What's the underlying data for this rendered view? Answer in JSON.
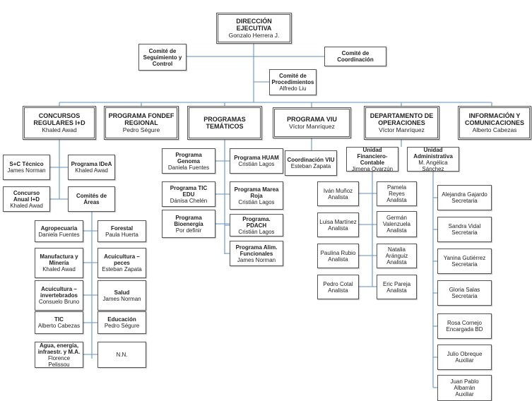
{
  "nodes": [
    {
      "id": "dir",
      "title": "DIRECCIÓN EJECUTIVA",
      "person": "Gonzalo Herrera J."
    },
    {
      "id": "c_seg",
      "title": "Comité de Seguimiento y Control",
      "person": ""
    },
    {
      "id": "c_coord",
      "title": "Comité de Coordinación",
      "person": ""
    },
    {
      "id": "c_proc",
      "title": "Comité de Procedimientos",
      "person": "Alfredo Liu"
    },
    {
      "id": "concursos",
      "title": "CONCURSOS REGULARES I+D",
      "person": "Khaled Awad"
    },
    {
      "id": "fondef",
      "title": "PROGRAMA FONDEF REGIONAL",
      "person": "Pedro Ségure"
    },
    {
      "id": "tematicos",
      "title": "PROGRAMAS TEMÁTICOS",
      "person": ""
    },
    {
      "id": "viu",
      "title": "PROGRAMA VIU",
      "person": "Víctor Manríquez"
    },
    {
      "id": "operaciones",
      "title": "DEPARTAMENTO DE OPERACIONES",
      "person": "Víctor Manríquez"
    },
    {
      "id": "info",
      "title": "INFORMACIÓN Y COMUNICACIONES",
      "person": "Alberto Cabezas"
    },
    {
      "id": "sc_tec",
      "title": "S+C Técnico",
      "person": "James Norman"
    },
    {
      "id": "ideA",
      "title": "Programa IDeA",
      "person": "Khaled Awad"
    },
    {
      "id": "anual",
      "title": "Concurso Anual I+D",
      "person": "Khaled Awad"
    },
    {
      "id": "comites_areas",
      "title": "Comités de Áreas",
      "person": ""
    },
    {
      "id": "agro",
      "title": "Agropecuaria",
      "person": "Daniela Fuentes"
    },
    {
      "id": "forestal",
      "title": "Forestal",
      "person": "Paula Huerta"
    },
    {
      "id": "manuf",
      "title": "Manufactura y Minería",
      "person": "Khaled Awad"
    },
    {
      "id": "acui_peces",
      "title": "Acuicultura – peces",
      "person": "Esteban Zapata"
    },
    {
      "id": "acui_inv",
      "title": "Acuicultura – invertebrados",
      "person": "Consuelo Bruno"
    },
    {
      "id": "salud",
      "title": "Salud",
      "person": "James Norman"
    },
    {
      "id": "tic_area",
      "title": "TIC",
      "person": "Alberto Cabezas"
    },
    {
      "id": "educacion",
      "title": "Educación",
      "person": "Pedro Ségure"
    },
    {
      "id": "agua",
      "title": "Agua, energía, infraestr. y M.A.",
      "person": "Florence Pelissou"
    },
    {
      "id": "nn",
      "title": "",
      "person": "N.N."
    },
    {
      "id": "genoma",
      "title": "Programa Genoma",
      "person": "Daniela Fuentes"
    },
    {
      "id": "tic_edu",
      "title": "Programa TIC EDU",
      "person": "Dánisa Chelén"
    },
    {
      "id": "bioenergia",
      "title": "Programa Bioenergía",
      "person": "Por definir"
    },
    {
      "id": "huam",
      "title": "Programa HUAM",
      "person": "Cristián Lagos"
    },
    {
      "id": "marea",
      "title": "Programa Marea Roja",
      "person": "Cristián Lagos"
    },
    {
      "id": "pdach",
      "title": "Programa. PDACH",
      "person": "Cristián Lagos"
    },
    {
      "id": "alim",
      "title": "Programa Alim. Funcionales",
      "person": "James Norman"
    },
    {
      "id": "coord_viu",
      "title": "Coordinación VIU",
      "person": "Esteban Zapata"
    },
    {
      "id": "u_fin",
      "title": "Unidad Financiero-Contable",
      "person": "Jimena Oyarzún"
    },
    {
      "id": "u_adm",
      "title": "Unidad Administrativa",
      "person": "M. Angélica Sánchez"
    },
    {
      "id": "ivan",
      "title": "",
      "person": "Iván Muñoz",
      "role": "Analista"
    },
    {
      "id": "luisa",
      "title": "",
      "person": "Luisa Martínez",
      "role": "Analista"
    },
    {
      "id": "paulina",
      "title": "",
      "person": "Paulina Rubio",
      "role": "Analista"
    },
    {
      "id": "pedro_c",
      "title": "",
      "person": "Pedro Cotal",
      "role": "Analista"
    },
    {
      "id": "pamela",
      "title": "",
      "person": "Pamela Reyes",
      "role": "Analista"
    },
    {
      "id": "german",
      "title": "",
      "person": "Germán Valenzuela",
      "role": "Analista"
    },
    {
      "id": "natalia",
      "title": "",
      "person": "Natalia Aránguiz",
      "role": "Analista"
    },
    {
      "id": "eric",
      "title": "",
      "person": "Eric Pareja",
      "role": "Analista"
    },
    {
      "id": "alejandra",
      "title": "",
      "person": "Alejandra Gajardo",
      "role": "Secretaria"
    },
    {
      "id": "sandra",
      "title": "",
      "person": "Sandra Vidal",
      "role": "Secretaria"
    },
    {
      "id": "yanina",
      "title": "",
      "person": "Yanina Gutiérrez",
      "role": "Secretaria"
    },
    {
      "id": "gloria",
      "title": "",
      "person": "Gloria Salas",
      "role": "Secretaria"
    },
    {
      "id": "rosa",
      "title": "",
      "person": "Rosa Cornejo",
      "role": "Encargada BD"
    },
    {
      "id": "julio",
      "title": "",
      "person": "Julio Obreque",
      "role": "Auxiliar"
    },
    {
      "id": "juan",
      "title": "",
      "person": "Juan Pablo Albarrán",
      "role": "Auxiliar"
    }
  ]
}
